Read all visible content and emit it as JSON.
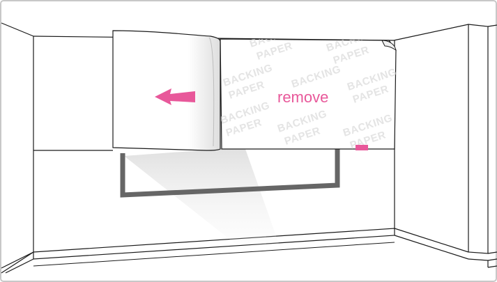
{
  "instruction": {
    "label": "remove",
    "arrow": "arrow-left-icon",
    "direction": "left"
  },
  "backing_paper": {
    "text_line_1": "BACKING",
    "text_line_2": "PAPER"
  },
  "colors": {
    "accent": "#e8589a",
    "outline": "#1a1a1a",
    "frame": "#666666",
    "border": "#c8c8c8",
    "wall": "#ffffff",
    "watermark": "#e4e4e4"
  }
}
